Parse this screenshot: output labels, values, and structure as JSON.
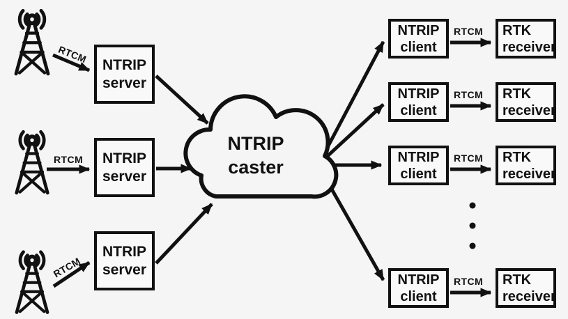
{
  "page": {
    "background": "#f5f5f5",
    "ink": "#111111"
  },
  "cloud": {
    "line1": "NTRIP",
    "line2": "caster"
  },
  "servers": [
    {
      "line1": "NTRIP",
      "line2": "server"
    },
    {
      "line1": "NTRIP",
      "line2": "server"
    },
    {
      "line1": "NTRIP",
      "line2": "server"
    }
  ],
  "clients": [
    {
      "line1": "NTRIP",
      "line2": "client"
    },
    {
      "line1": "NTRIP",
      "line2": "client"
    },
    {
      "line1": "NTRIP",
      "line2": "client"
    },
    {
      "line1": "NTRIP",
      "line2": "client"
    }
  ],
  "receivers": [
    {
      "line1": "RTK",
      "line2": "receiver"
    },
    {
      "line1": "RTK",
      "line2": "receiver"
    },
    {
      "line1": "RTK",
      "line2": "receiver"
    },
    {
      "line1": "RTK",
      "line2": "receiver"
    }
  ],
  "labels": {
    "rtcm_tower_1": "RTCM",
    "rtcm_tower_2": "RTCM",
    "rtcm_tower_3": "RTCM",
    "rtcm_client_1": "RTCM",
    "rtcm_client_2": "RTCM",
    "rtcm_client_3": "RTCM",
    "rtcm_client_4": "RTCM"
  },
  "icons": {
    "tower": "radio-tower-icon",
    "ellipsis": "vertical-ellipsis-dots"
  }
}
